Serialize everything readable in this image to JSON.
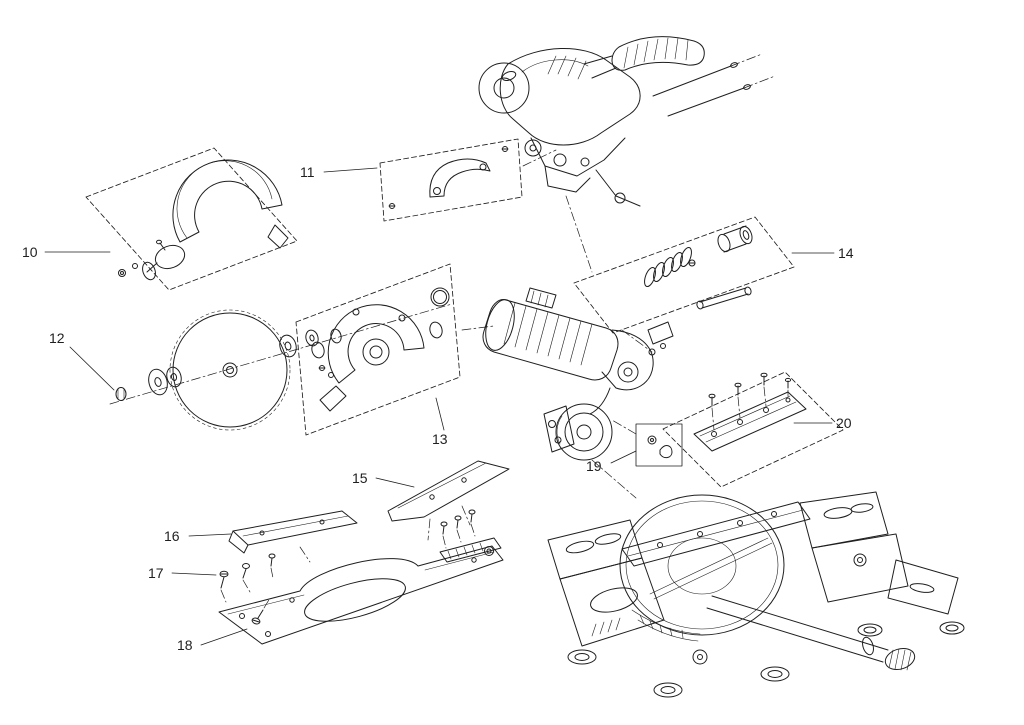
{
  "diagram": {
    "background": "#ffffff",
    "line_color": "#1f1f1f"
  },
  "callouts": [
    {
      "label": "10"
    },
    {
      "label": "11"
    },
    {
      "label": "12"
    },
    {
      "label": "13"
    },
    {
      "label": "14"
    },
    {
      "label": "15"
    },
    {
      "label": "16"
    },
    {
      "label": "17"
    },
    {
      "label": "18"
    },
    {
      "label": "19"
    },
    {
      "label": "20"
    }
  ]
}
